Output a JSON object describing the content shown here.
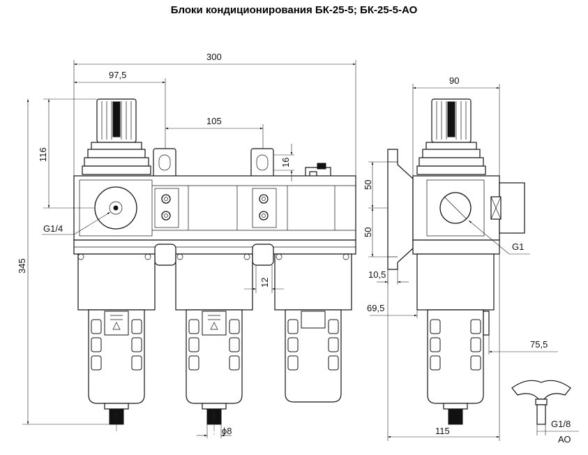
{
  "title": "Блоки кондиционирования БК-25-5; БК-25-5-АО",
  "dimensions": {
    "d300": "300",
    "d97_5": "97,5",
    "d105": "105",
    "d116": "116",
    "d16": "16",
    "d345": "345",
    "g1_4": "G1/4",
    "d12": "12",
    "d8": "ϕ8",
    "d90": "90",
    "d50a": "50",
    "d50b": "50",
    "g1": "G1",
    "d10_5": "10,5",
    "d69_5": "69,5",
    "d75_5": "75,5",
    "d115": "115",
    "g1_8": "G1/8",
    "ao": "АО"
  }
}
